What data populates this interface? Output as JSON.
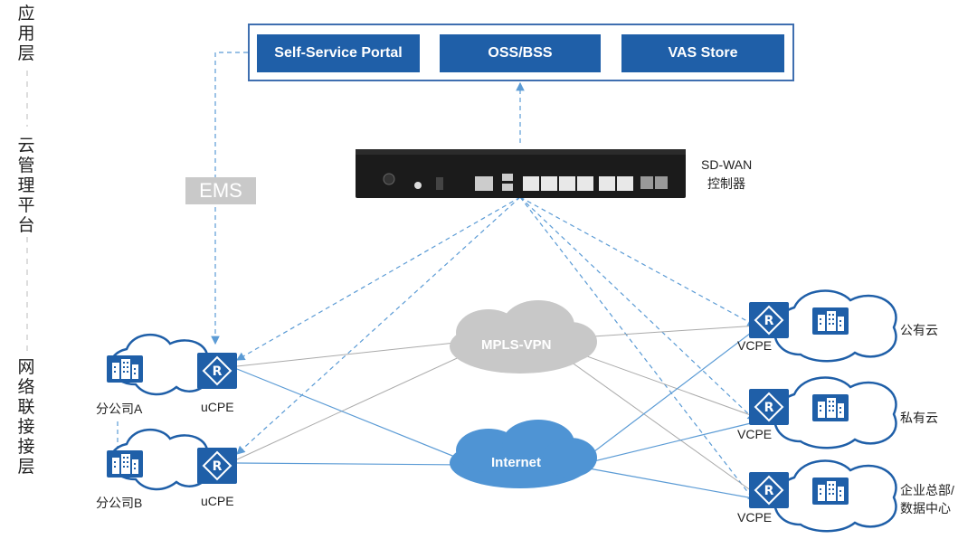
{
  "layers": {
    "application": "应用层",
    "cloud_management": "云管理平台",
    "network_access": "网络联接接层"
  },
  "app_layer": {
    "portal": "Self-Service Portal",
    "oss_bss": "OSS/BSS",
    "vas_store": "VAS Store"
  },
  "ems": "EMS",
  "controller": {
    "line1": "SD-WAN",
    "line2": "控制器"
  },
  "networks": {
    "mpls": "MPLS-VPN",
    "internet": "Internet"
  },
  "branches": {
    "a_name": "分公司A",
    "a_device": "uCPE",
    "b_name": "分公司B",
    "b_device": "uCPE"
  },
  "sites": {
    "public_cloud_device": "VCPE",
    "public_cloud_label": "公有云",
    "private_cloud_device": "VCPE",
    "private_cloud_label": "私有云",
    "hq_device": "VCPE",
    "hq_label_line1": "企业总部/",
    "hq_label_line2": "数据中心"
  },
  "colors": {
    "accent_blue": "#1f5fa8",
    "link_blue": "#5b9bd5",
    "grey_cloud": "#c8c8c8"
  }
}
